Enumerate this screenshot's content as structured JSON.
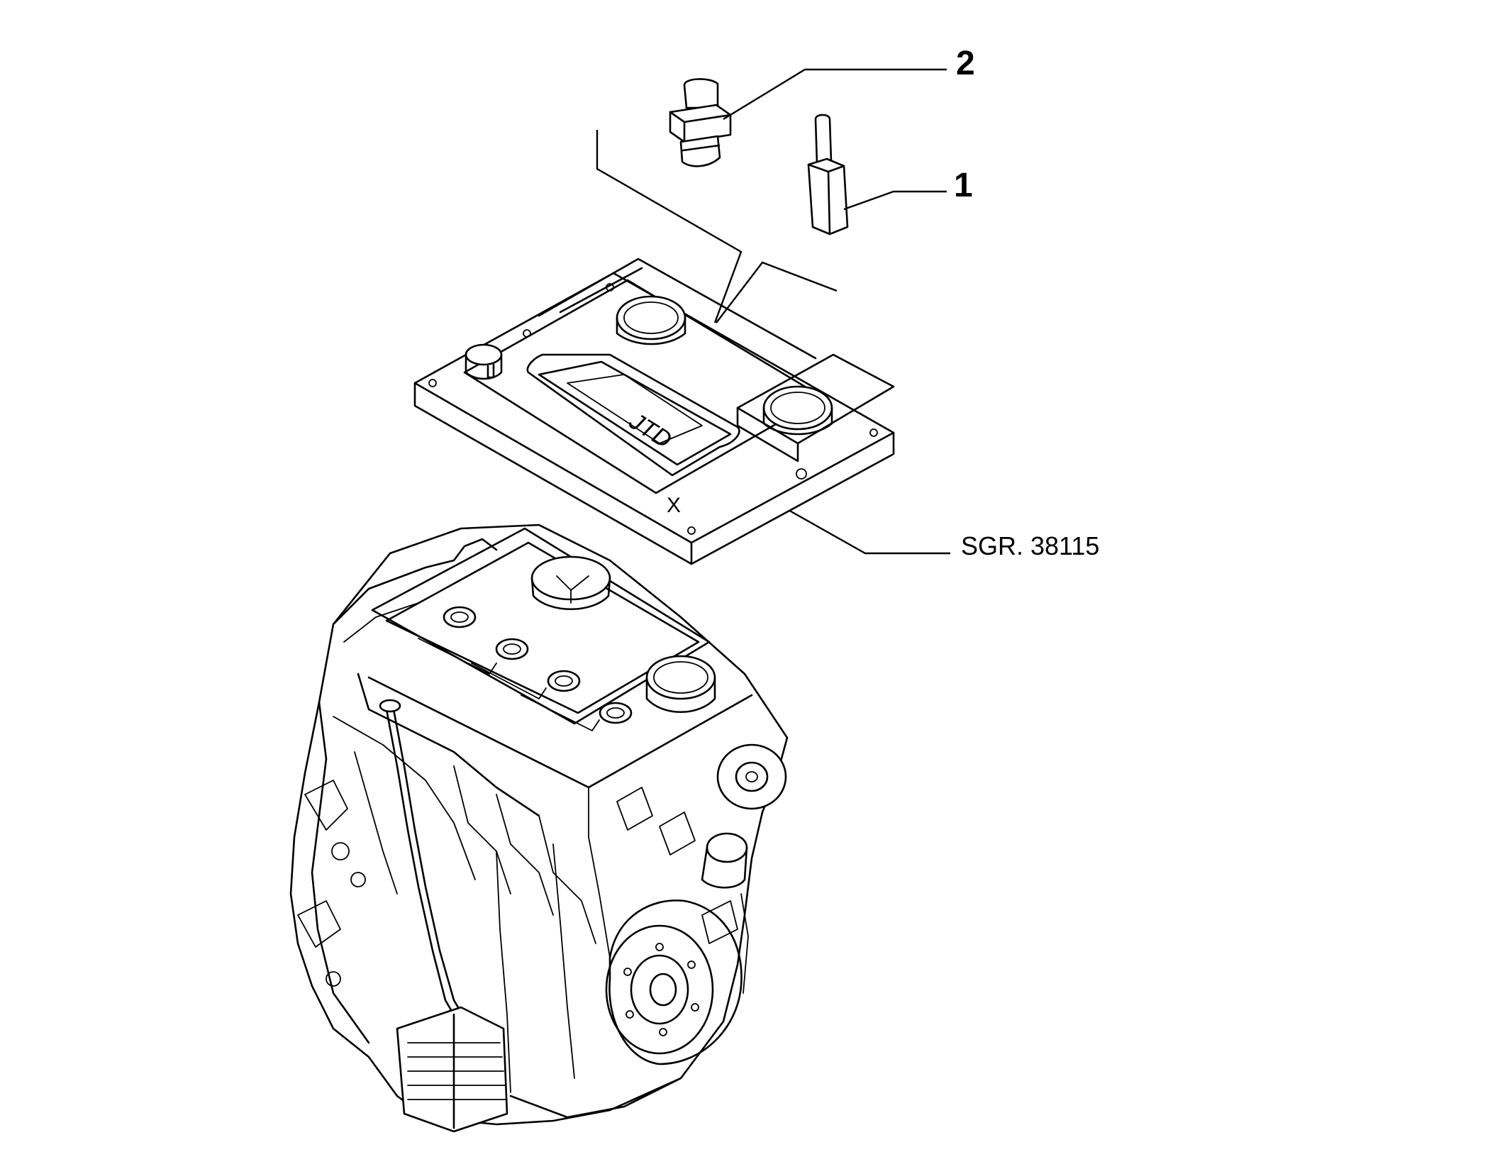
{
  "callouts": {
    "part_1": "1",
    "part_2": "2",
    "group_ref": "SGR. 38115",
    "cover_mark": "X"
  },
  "cover_logo": "JTD"
}
